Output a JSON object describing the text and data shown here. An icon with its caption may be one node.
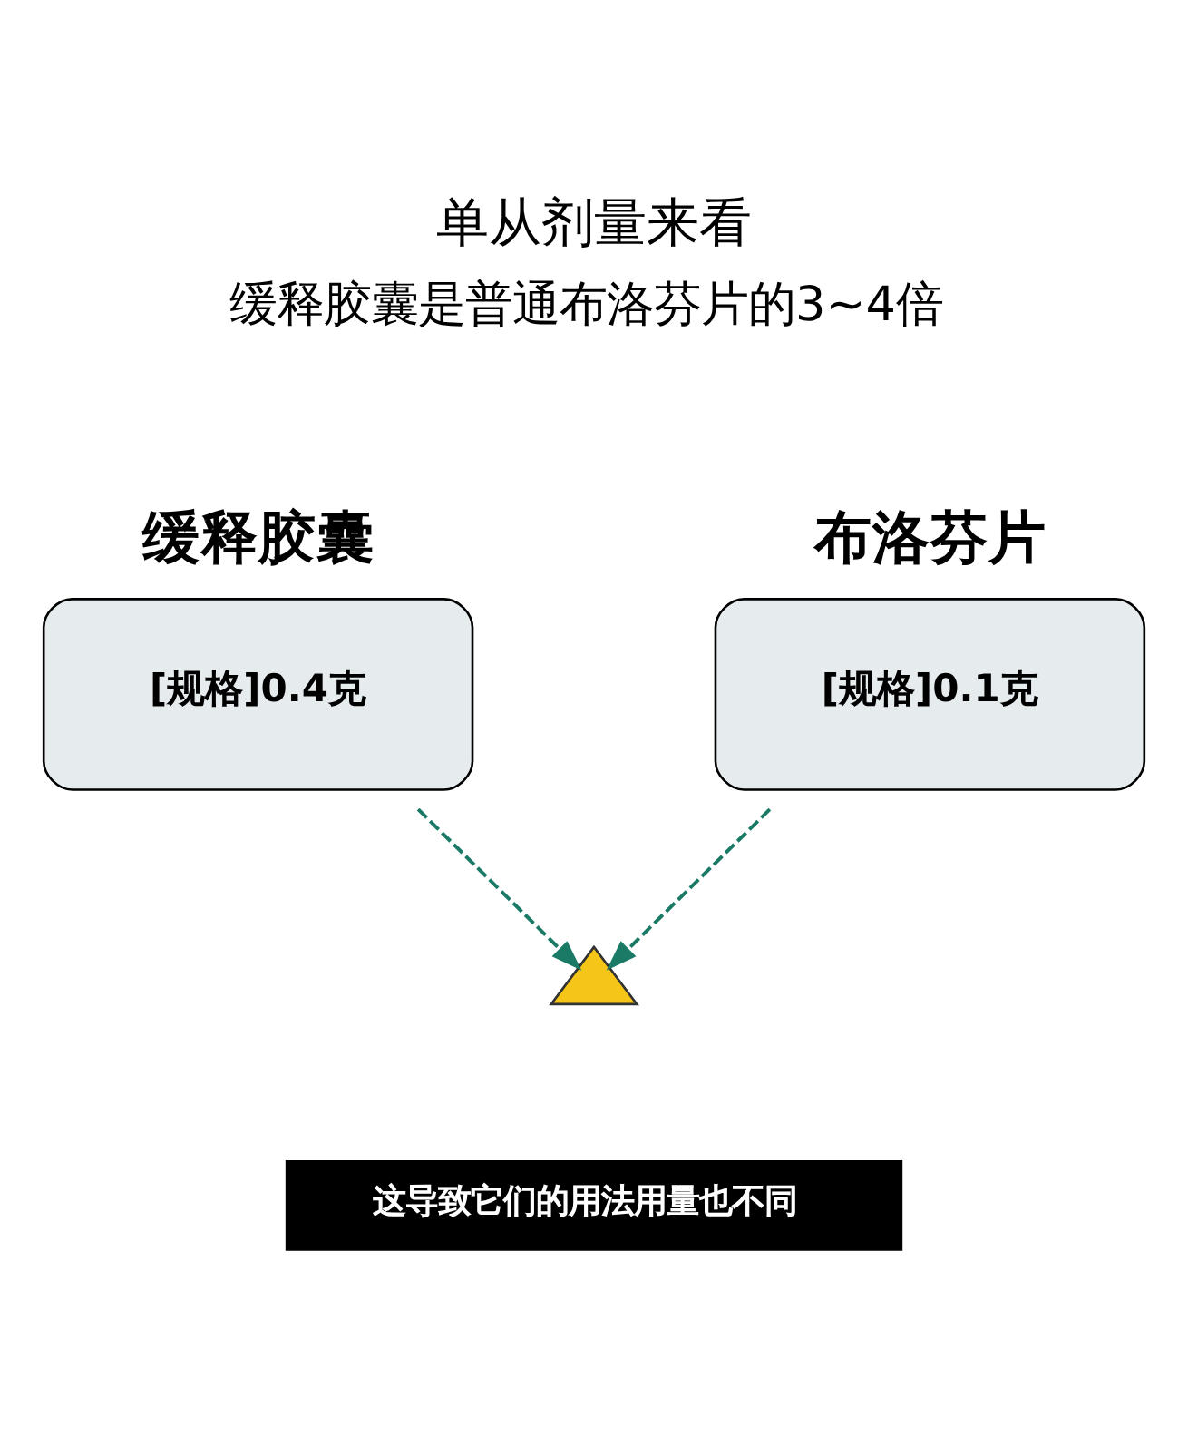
{
  "diagram": {
    "title": "单从剂量来看",
    "nodes": [
      {
        "text": [
          "缓释胶囊",
          "[规格]0.4克"
        ]
      },
      {
        "text": [
          "布洛芬片",
          "[规格]0.1克"
        ]
      },
      {
        "text": [],
        "shape": "triangle"
      },
      {
        "text": [
          "这导致它们的用法用量也不同"
        ]
      }
    ],
    "edges": [
      {
        "from": 0,
        "to": 2,
        "arrow": "to",
        "style": "dashed"
      },
      {
        "from": 1,
        "to": 2,
        "arrow": "to",
        "style": "dashed"
      }
    ],
    "labels": [
      "缓释胶囊是普通布洛芬片的3~4倍"
    ]
  }
}
